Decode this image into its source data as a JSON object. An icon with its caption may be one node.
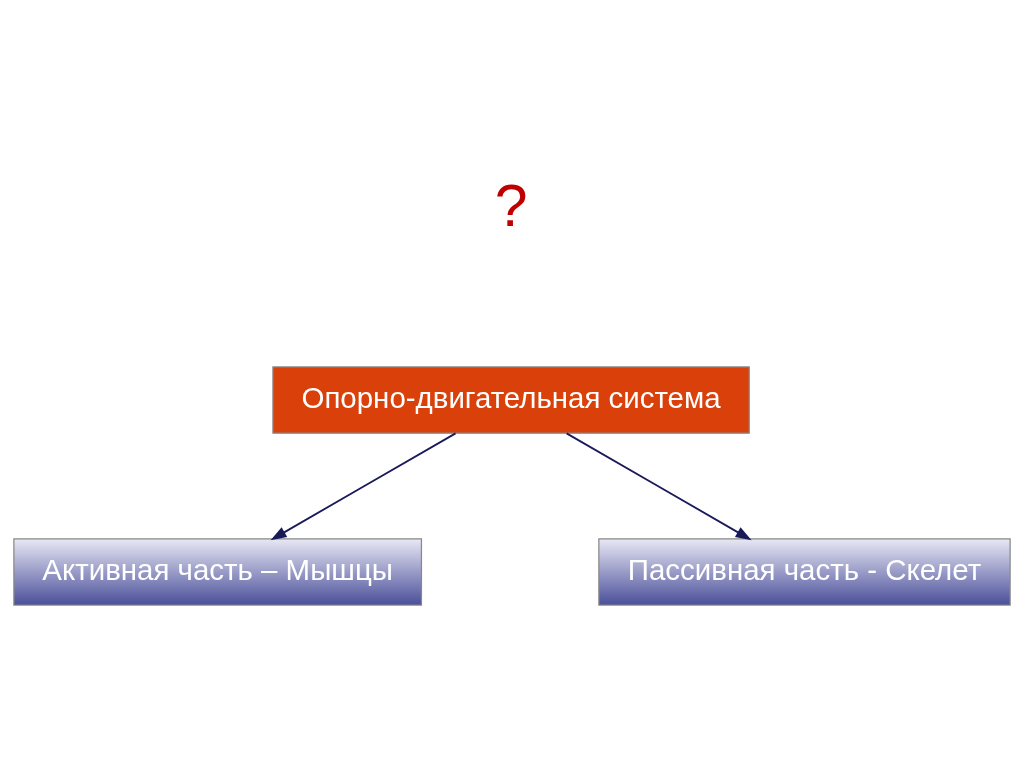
{
  "diagram": {
    "nodes": [
      {
        "text": [
          "Опорно-двигательная система"
        ]
      },
      {
        "text": [
          "Активная часть – Мышцы"
        ]
      },
      {
        "text": [
          "Пассивная часть - Скелет"
        ]
      }
    ],
    "edges": [
      {
        "from": 0,
        "to": 1,
        "arrow": "to"
      },
      {
        "from": 0,
        "to": 2,
        "arrow": "to"
      }
    ],
    "labels": [
      "?"
    ]
  }
}
